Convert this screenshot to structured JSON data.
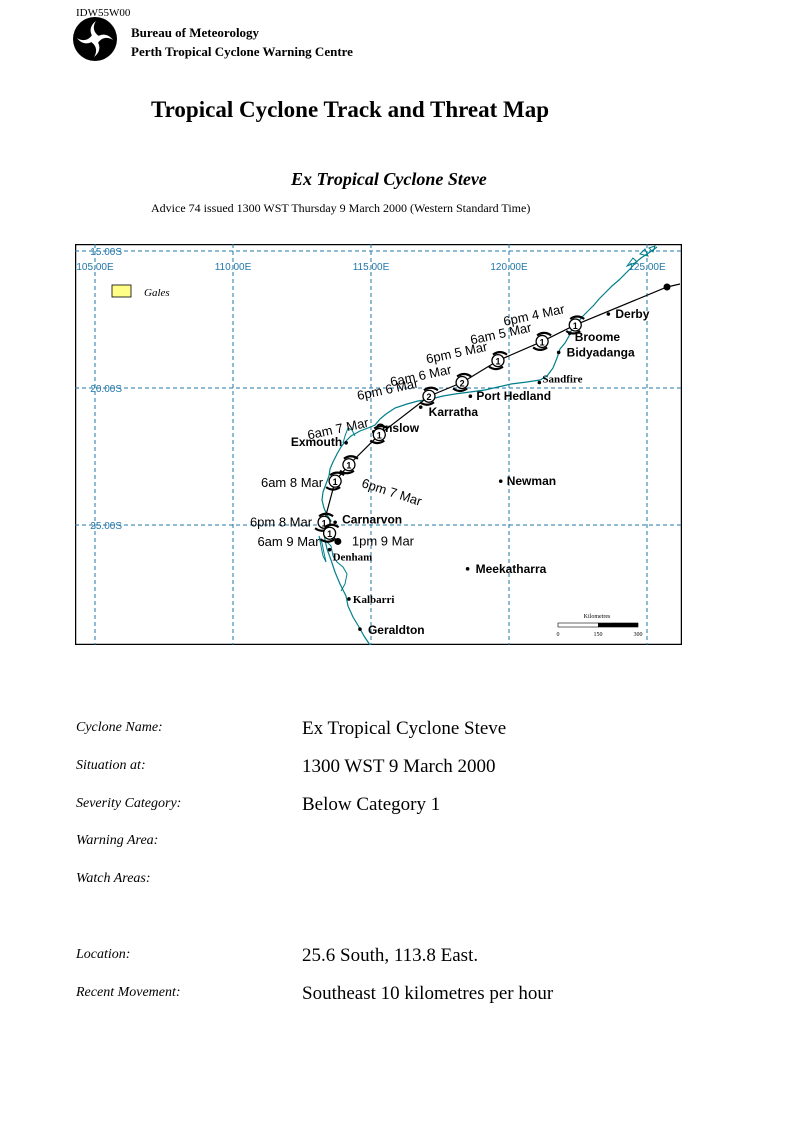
{
  "header": {
    "doc_id": "IDW55W00",
    "agency_line1": "Bureau of Meteorology",
    "agency_line2": "Perth Tropical Cyclone Warning Centre"
  },
  "title": "Tropical Cyclone Track and Threat Map",
  "cyclone_title": "Ex Tropical Cyclone Steve",
  "advice": "Advice 74 issued 1300 WST Thursday 9 March 2000 (Western Standard Time)",
  "map": {
    "lat_labels": [
      "15.00S",
      "20.00S",
      "25.00S"
    ],
    "lon_labels": [
      "105.00E",
      "110.00E",
      "115.00E",
      "120.00E",
      "125.00E"
    ],
    "legend_label": "Gales",
    "colors": {
      "coast": "#007f8a",
      "grid": "#2277aa",
      "gales": "#ffff88",
      "track": "#000000"
    },
    "places": [
      {
        "name": "Derby",
        "lon": 123.6,
        "lat": -17.3
      },
      {
        "name": "Broome",
        "lon": 122.2,
        "lat": -18.0
      },
      {
        "name": "Bidyadanga",
        "lon": 121.8,
        "lat": -18.7
      },
      {
        "name": "Sandfire",
        "lon": 121.1,
        "lat": -19.8
      },
      {
        "name": "Port Hedland",
        "lon": 118.6,
        "lat": -20.3
      },
      {
        "name": "Karratha",
        "lon": 116.8,
        "lat": -20.7
      },
      {
        "name": "Onslow",
        "lon": 115.1,
        "lat": -21.6
      },
      {
        "name": "Exmouth",
        "lon": 114.1,
        "lat": -22.0
      },
      {
        "name": "Newman",
        "lon": 119.7,
        "lat": -23.4
      },
      {
        "name": "Carnarvon",
        "lon": 113.7,
        "lat": -24.9
      },
      {
        "name": "Denham",
        "lon": 113.5,
        "lat": -25.9
      },
      {
        "name": "Meekatharra",
        "lon": 118.5,
        "lat": -26.6
      },
      {
        "name": "Kalbarri",
        "lon": 114.2,
        "lat": -27.7
      },
      {
        "name": "Geraldton",
        "lon": 114.6,
        "lat": -28.8
      }
    ],
    "track": [
      {
        "time": "6pm 4 Mar",
        "lon": 122.4,
        "lat": -17.7,
        "category": "1"
      },
      {
        "time": "6am 5 Mar",
        "lon": 121.2,
        "lat": -18.3,
        "category": "1"
      },
      {
        "time": "6pm 5 Mar",
        "lon": 119.6,
        "lat": -19.0,
        "category": "1"
      },
      {
        "time": "6am 6 Mar",
        "lon": 118.3,
        "lat": -19.8,
        "category": "2"
      },
      {
        "time": "6pm 6 Mar",
        "lon": 117.1,
        "lat": -20.3,
        "category": "2"
      },
      {
        "time": "6am 7 Mar",
        "lon": 115.3,
        "lat": -21.7,
        "category": "1"
      },
      {
        "time": "6pm 7 Mar",
        "lon": 114.2,
        "lat": -22.8,
        "category": "1"
      },
      {
        "time": "6am 8 Mar",
        "lon": 113.7,
        "lat": -23.4,
        "category": "1"
      },
      {
        "time": "6pm 8 Mar",
        "lon": 113.3,
        "lat": -24.9,
        "category": "1"
      },
      {
        "time": "6am 9 Mar",
        "lon": 113.5,
        "lat": -25.3,
        "category": "1"
      }
    ],
    "current": {
      "time": "1pm 9 Mar",
      "lon": 113.8,
      "lat": -25.6
    },
    "scale": {
      "title": "Kilometres",
      "ticks": [
        "0",
        "150",
        "300"
      ]
    }
  },
  "details": [
    {
      "label": "Cyclone Name:",
      "value": "Ex Tropical Cyclone Steve"
    },
    {
      "label": "Situation at:",
      "value": "1300 WST 9 March 2000"
    },
    {
      "label": "Severity Category:",
      "value": "Below Category 1"
    },
    {
      "label": "Warning Area:",
      "value": ""
    },
    {
      "label": "Watch Areas:",
      "value": ""
    },
    {
      "label": "Location:",
      "value": "25.6 South, 113.8 East."
    },
    {
      "label": "Recent Movement:",
      "value": "Southeast 10 kilometres per hour"
    }
  ]
}
